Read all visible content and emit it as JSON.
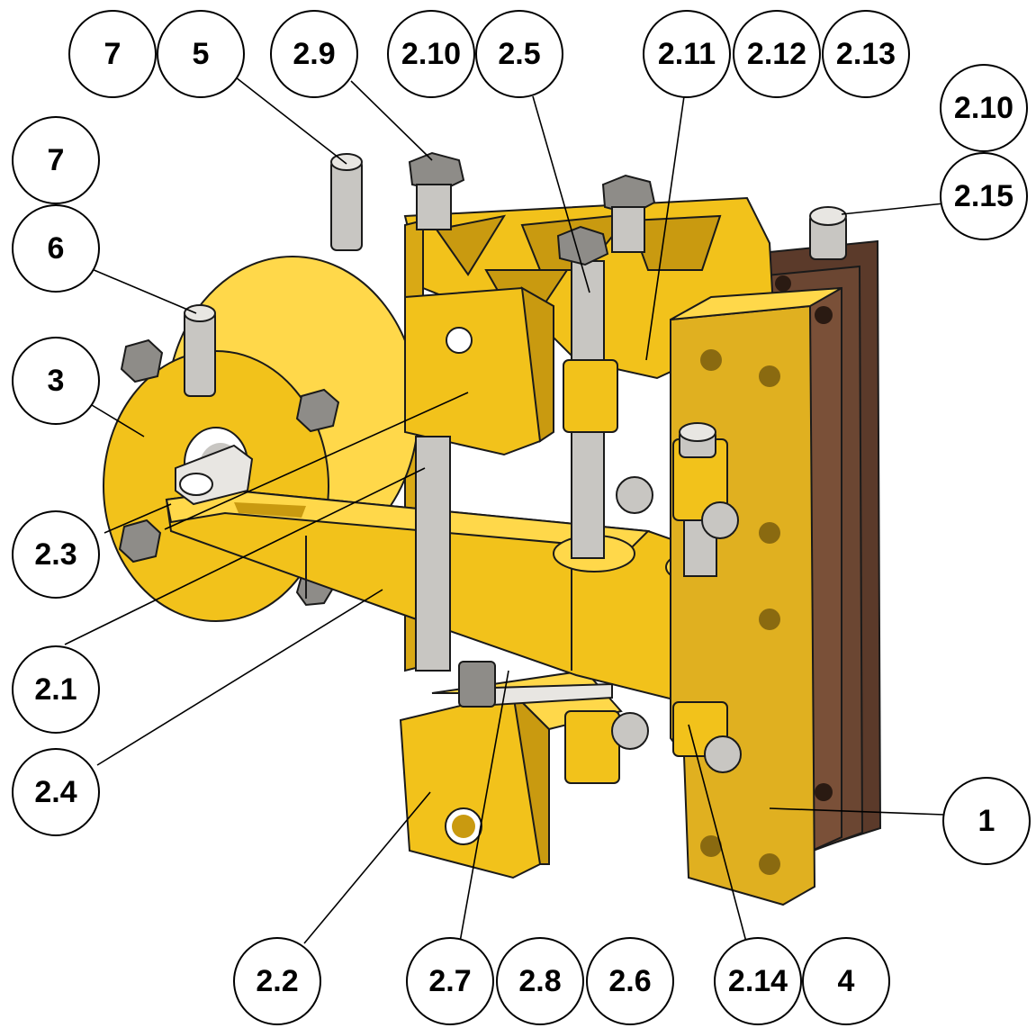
{
  "colors": {
    "body_yellow": "#f2c21b",
    "body_yellow_dark": "#c99a10",
    "body_yellow_light": "#ffd84a",
    "steel": "#c8c6c2",
    "steel_dark": "#8e8c88",
    "friction_pad": "#5b3a2a",
    "outline": "#1a1a1a"
  },
  "balloons": [
    {
      "id": "b-7-top",
      "label": "7"
    },
    {
      "id": "b-5",
      "label": "5"
    },
    {
      "id": "b-2-9",
      "label": "2.9"
    },
    {
      "id": "b-2-10-top",
      "label": "2.10"
    },
    {
      "id": "b-2-5",
      "label": "2.5"
    },
    {
      "id": "b-2-11",
      "label": "2.11"
    },
    {
      "id": "b-2-12",
      "label": "2.12"
    },
    {
      "id": "b-2-13",
      "label": "2.13"
    },
    {
      "id": "b-2-10-right",
      "label": "2.10"
    },
    {
      "id": "b-2-15",
      "label": "2.15"
    },
    {
      "id": "b-7-left",
      "label": "7"
    },
    {
      "id": "b-6",
      "label": "6"
    },
    {
      "id": "b-3",
      "label": "3"
    },
    {
      "id": "b-2-3",
      "label": "2.3"
    },
    {
      "id": "b-2-1",
      "label": "2.1"
    },
    {
      "id": "b-2-4",
      "label": "2.4"
    },
    {
      "id": "b-1",
      "label": "1"
    },
    {
      "id": "b-2-2",
      "label": "2.2"
    },
    {
      "id": "b-2-7",
      "label": "2.7"
    },
    {
      "id": "b-2-8",
      "label": "2.8"
    },
    {
      "id": "b-2-6",
      "label": "2.6"
    },
    {
      "id": "b-2-14",
      "label": "2.14"
    },
    {
      "id": "b-4",
      "label": "4"
    }
  ]
}
